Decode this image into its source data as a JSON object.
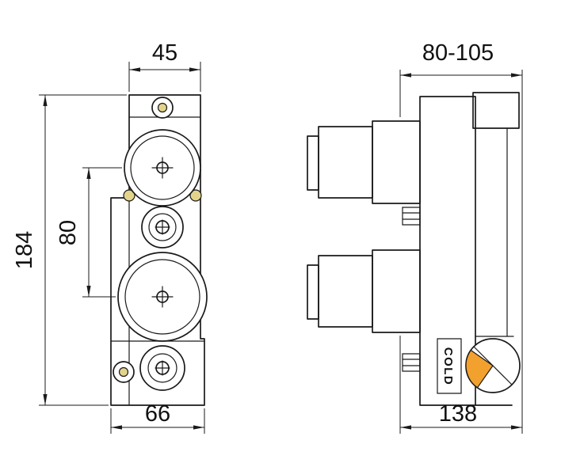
{
  "drawing": {
    "front_view": {
      "dim_width_top": "45",
      "dim_height_overall": "184",
      "dim_hole_centers": "80",
      "dim_width_bottom": "66"
    },
    "side_view": {
      "dim_wall_depth_range": "80-105",
      "dim_depth_overall": "138",
      "cold_port_label": "COLD"
    },
    "colors": {
      "line": "#1a1a1a",
      "accent_orange": "#f2a12e",
      "accent_yellow": "#e3d48c"
    }
  }
}
